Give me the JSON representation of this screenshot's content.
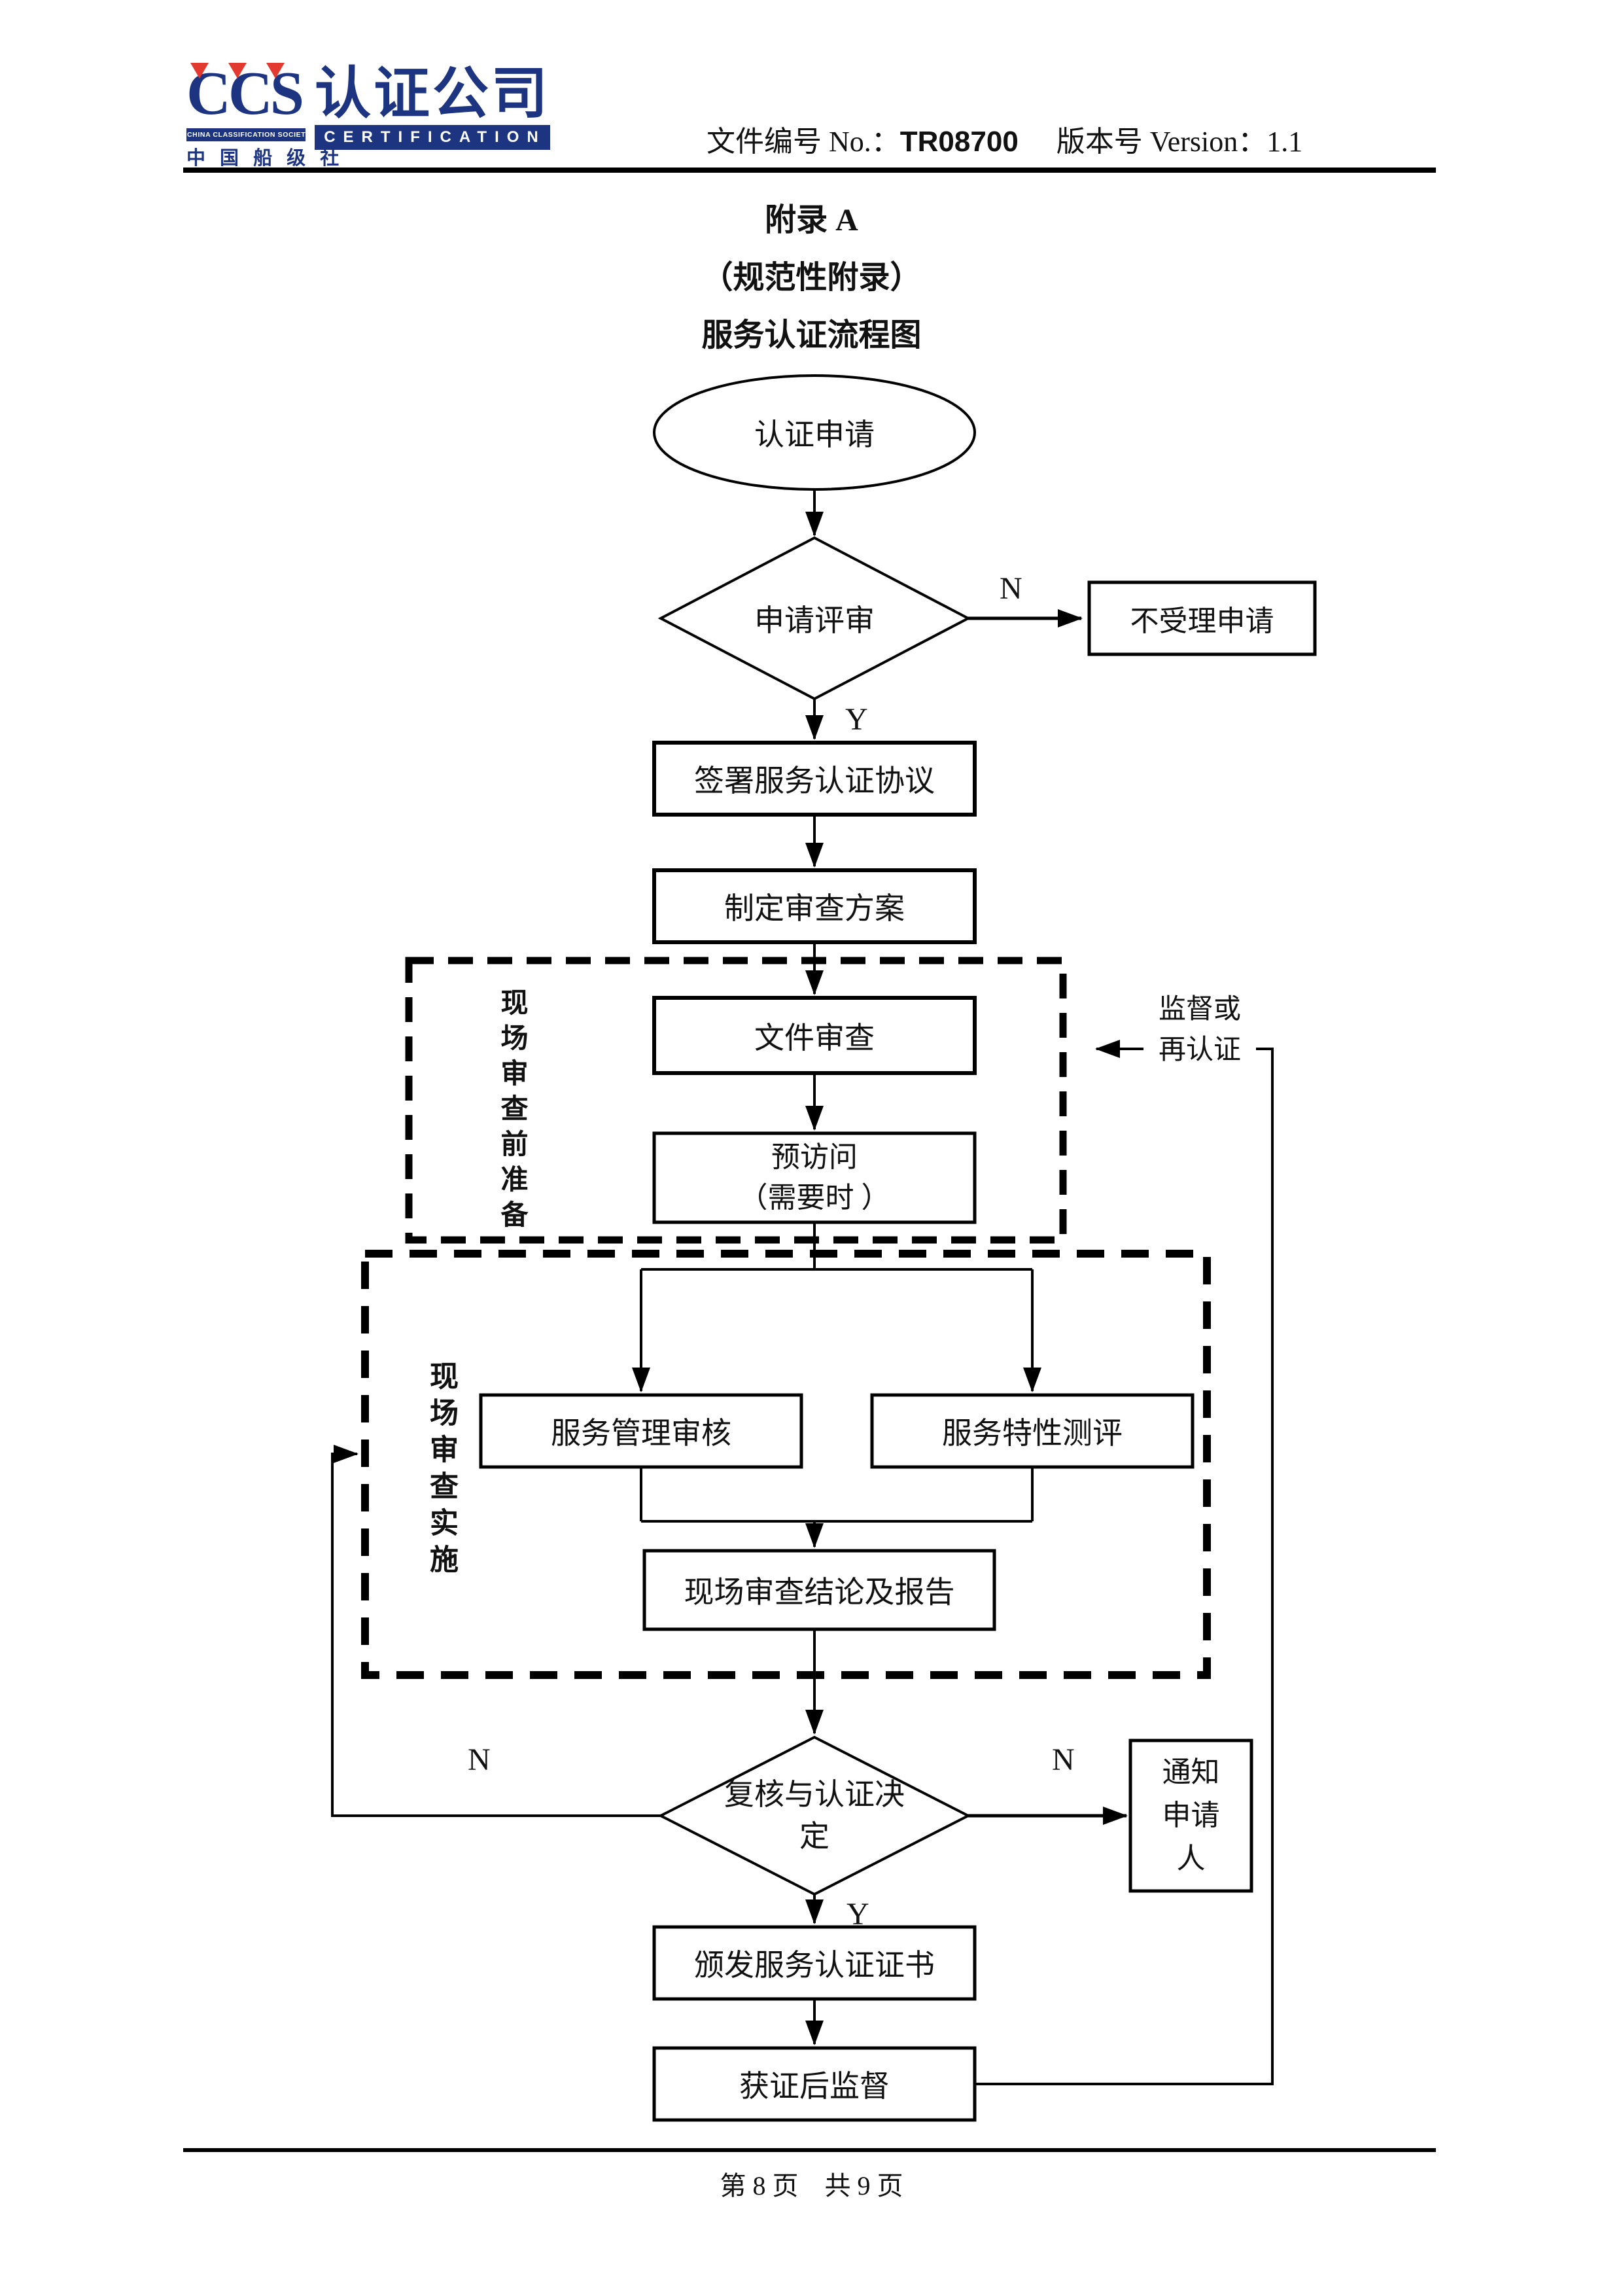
{
  "header": {
    "logo": {
      "ccs": "CCS",
      "society_en": "CHINA CLASSIFICATION SOCIETY",
      "society_cn": "中 国 船 级 社",
      "brand_cn": "认证公司",
      "brand_en": "CERTIFICATION",
      "navy": "#1d3581",
      "red": "#e23a2e"
    },
    "doc_label": "文件编号 No.：",
    "doc_no": "TR08700",
    "version_label": "版本号 Version：",
    "version_no": "1.1"
  },
  "titles": {
    "appendix": "附录 A",
    "subtitle": "（规范性附录）",
    "main": "服务认证流程图"
  },
  "flowchart": {
    "nodes": {
      "start": "认证申请",
      "application_review": "申请评审",
      "reject": "不受理申请",
      "sign_agreement": "签署服务认证协议",
      "make_plan": "制定审查方案",
      "doc_review": "文件审查",
      "pre_visit": "预访问\n（需要时 ）",
      "service_mgmt_audit": "服务管理审核",
      "service_char_eval": "服务特性测评",
      "onsite_report": "现场审查结论及报告",
      "decision": "复核与认证决\n定",
      "notify_applicant": "通知\n申请\n人",
      "issue_cert": "颁发服务认证证书",
      "post_cert": "获证后监督"
    },
    "groups": {
      "prep": "现场审查前准备",
      "impl": "现场审查实施"
    },
    "labels": {
      "yes": "Y",
      "no": "N",
      "supervise": "监督或\n再认证"
    },
    "line_color": "#000000"
  },
  "footer": {
    "page_info": "第 8 页　共 9 页"
  }
}
